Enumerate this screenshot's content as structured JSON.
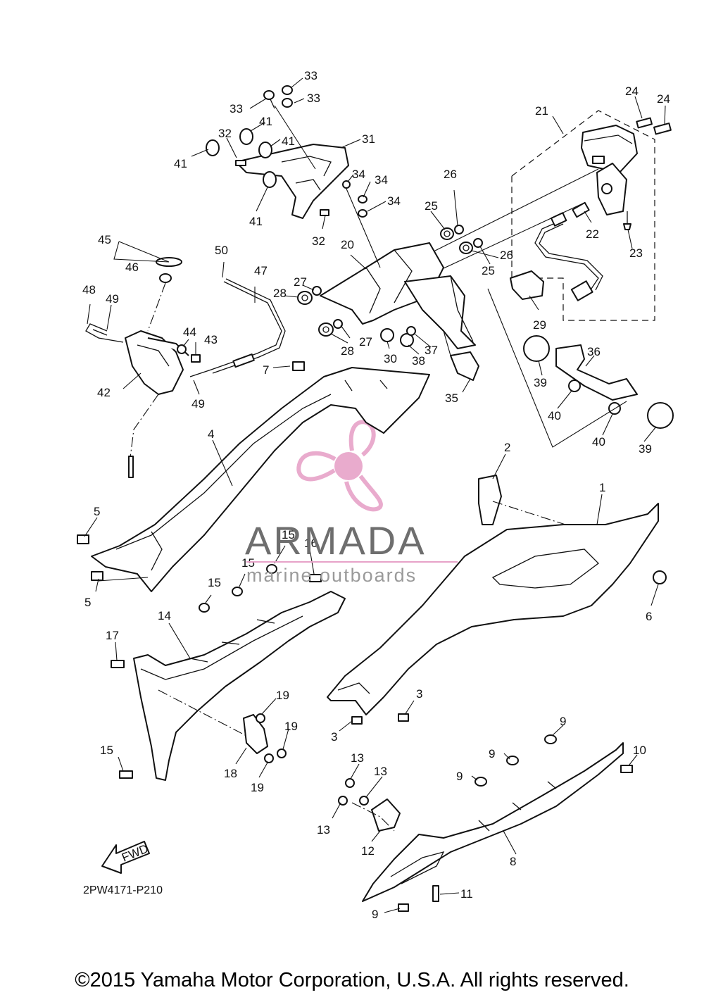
{
  "diagram_code": "2PW4171-P210",
  "copyright": "©2015 Yamaha Motor Corporation, U.S.A. All rights reserved.",
  "fwd_label": "FWD",
  "watermark": {
    "name": "ARMADA",
    "tagline": "marine outboards",
    "accent_color": "#e7a2c8"
  },
  "callouts": {
    "c33a": "33",
    "c33b": "33",
    "c33c": "33",
    "c41a": "41",
    "c41b": "41",
    "c41c": "41",
    "c41d": "41",
    "c32a": "32",
    "c32b": "32",
    "c31": "31",
    "c34a": "34",
    "c34b": "34",
    "c34c": "34",
    "c21": "21",
    "c24a": "24",
    "c24b": "24",
    "c26a": "26",
    "c26b": "26",
    "c25a": "25",
    "c25b": "25",
    "c22": "22",
    "c23": "23",
    "c20": "20",
    "c45": "45",
    "c46": "46",
    "c50": "50",
    "c47": "47",
    "c27a": "27",
    "c27b": "27",
    "c28a": "28",
    "c28b": "28",
    "c48": "48",
    "c49a": "49",
    "c49b": "49",
    "c44": "44",
    "c43": "43",
    "c42": "42",
    "c29": "29",
    "c30": "30",
    "c38": "38",
    "c37": "37",
    "c35": "35",
    "c36": "36",
    "c39a": "39",
    "c39b": "39",
    "c40a": "40",
    "c40b": "40",
    "c7": "7",
    "c4": "4",
    "c2": "2",
    "c1": "1",
    "c5a": "5",
    "c5b": "5",
    "c15a": "15",
    "c15b": "15",
    "c15c": "15",
    "c15d": "15",
    "c16": "16",
    "c6": "6",
    "c14": "14",
    "c17": "17",
    "c3a": "3",
    "c3b": "3",
    "c19a": "19",
    "c19b": "19",
    "c19c": "19",
    "c18": "18",
    "c9a": "9",
    "c9b": "9",
    "c9c": "9",
    "c9d": "9",
    "c10": "10",
    "c13a": "13",
    "c13b": "13",
    "c13c": "13",
    "c12": "12",
    "c8": "8",
    "c11": "11"
  }
}
